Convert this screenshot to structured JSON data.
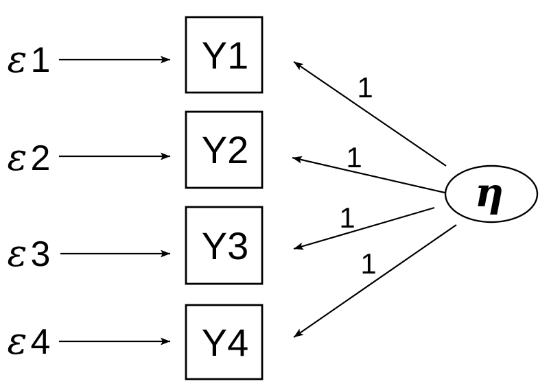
{
  "colors": {
    "foreground": "#000000",
    "background": "#ffffff"
  },
  "latent_variable": {
    "symbol": "η"
  },
  "indicators": [
    {
      "name": "Y1",
      "loading": "1",
      "error_symbol": "ε",
      "error_index": "1"
    },
    {
      "name": "Y2",
      "loading": "1",
      "error_symbol": "ε",
      "error_index": "2"
    },
    {
      "name": "Y3",
      "loading": "1",
      "error_symbol": "ε",
      "error_index": "3"
    },
    {
      "name": "Y4",
      "loading": "1",
      "error_symbol": "ε",
      "error_index": "4"
    }
  ]
}
